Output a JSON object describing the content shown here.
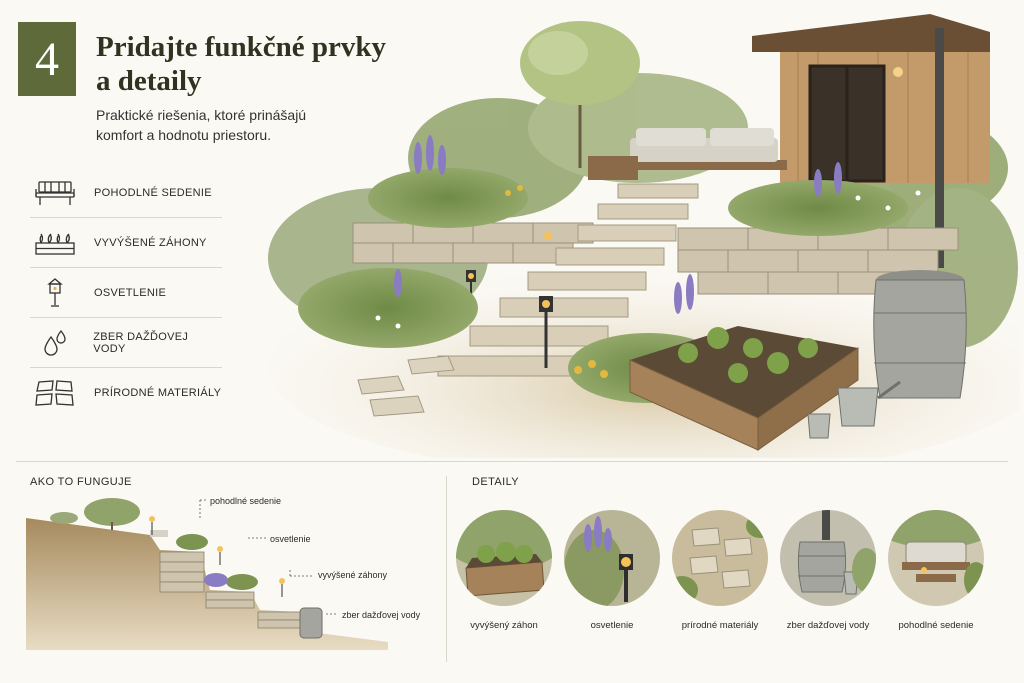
{
  "header": {
    "step_number": "4",
    "title_line1": "Pridajte funkčné prvky",
    "title_line2": "a detaily",
    "subtitle": "Praktické riešenia, ktoré prinášajú komfort a hodnotu priestoru."
  },
  "features": [
    {
      "icon": "bench-icon",
      "label": "POHODLNÉ SEDENIE"
    },
    {
      "icon": "raised-bed-icon",
      "label": "VYVÝŠENÉ ZÁHONY"
    },
    {
      "icon": "lamp-icon",
      "label": "OSVETLENIE"
    },
    {
      "icon": "water-drops-icon",
      "label": "ZBER DAŽĎOVEJ VODY"
    },
    {
      "icon": "stones-icon",
      "label": "PRÍRODNÉ MATERIÁLY"
    }
  ],
  "how_it_works": {
    "heading": "AKO TO FUNGUJE",
    "labels": [
      "pohodlné sedenie",
      "osvetlenie",
      "vyvýšené záhony",
      "zber dažďovej vody"
    ]
  },
  "details": {
    "heading": "DETAILY",
    "items": [
      "vyvýšený záhon",
      "osvetlenie",
      "prírodné materiály",
      "zber dažďovej vody",
      "pohodlné sedenie"
    ]
  },
  "colors": {
    "accent": "#5f6a3a",
    "background": "#fbf9f4",
    "stone": "#c9bfa9",
    "wood": "#a5825a",
    "foliage": "#7c9450"
  }
}
